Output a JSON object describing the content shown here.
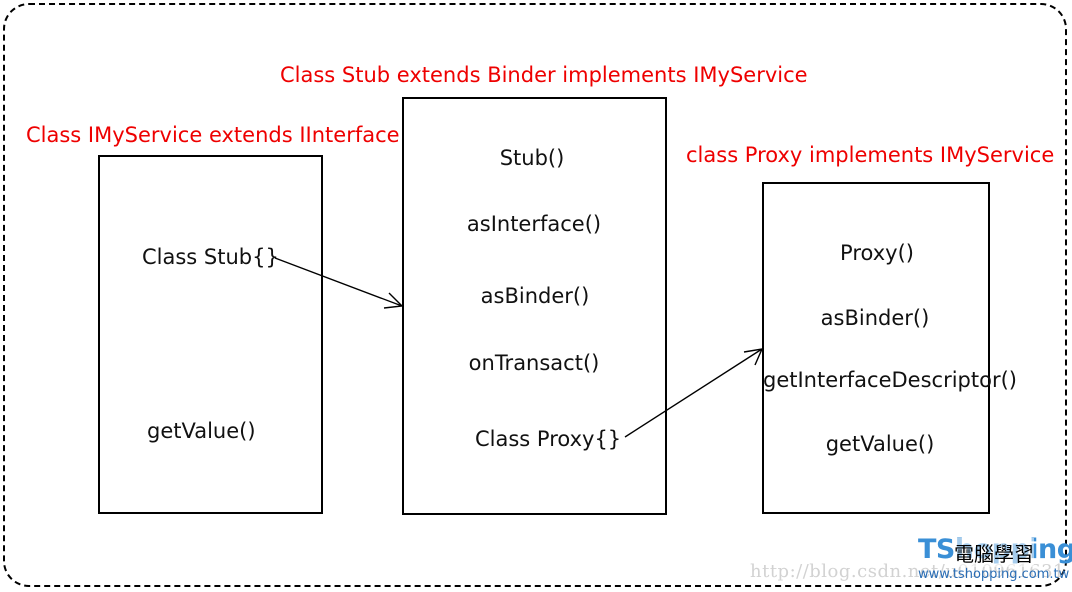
{
  "titles": {
    "imyservice": "Class IMyService  extends IInterface",
    "stub": "Class Stub extends Binder implements IMyService",
    "proxy": "class Proxy implements IMyService"
  },
  "imyservice_box": {
    "items": [
      "Class Stub{}",
      "getValue()"
    ]
  },
  "stub_box": {
    "items": [
      "Stub()",
      "asInterface()",
      "asBinder()",
      "onTransact()",
      "Class Proxy{}"
    ]
  },
  "proxy_box": {
    "items": [
      "Proxy()",
      "asBinder()",
      "getInterfaceDescriptor()",
      "getValue()"
    ]
  },
  "watermark": {
    "url": "http://blog.csdn.net/u010961631",
    "logo_text": "TShopping",
    "logo_cjk": "電腦學習",
    "logo_url": "www.tshopping.com.tw"
  },
  "colors": {
    "title": "#ee0000",
    "logo": "#3a8fd6"
  }
}
